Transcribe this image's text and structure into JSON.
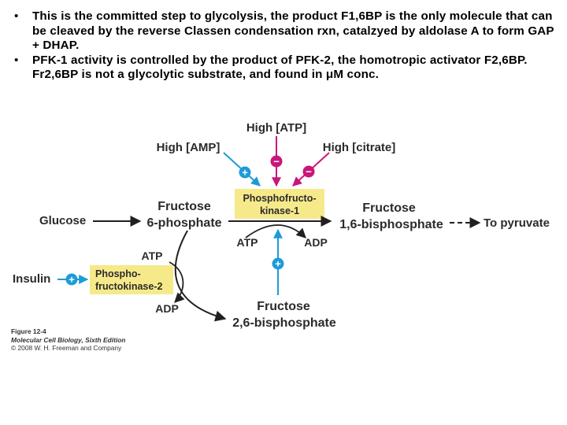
{
  "bullets": [
    "This is the committed step to glycolysis, the product F1,6BP is the only molecule that can be cleaved by the reverse Classen condensation rxn, catalzyed by aldolase A to form GAP + DHAP.",
    "PFK-1 activity is controlled by the product of PFK-2, the homotropic activator F2,6BP. Fr2,6BP is not a glycolytic substrate, and found in μM conc."
  ],
  "bullet_symbol": "•",
  "diagram": {
    "high_atp": "High [ATP]",
    "high_amp": "High [AMP]",
    "high_citrate": "High [citrate]",
    "plus": "+",
    "minus": "−",
    "pfk1_line1": "Phosphofructo-",
    "pfk1_line2": "kinase-1",
    "glucose": "Glucose",
    "f6p_line1": "Fructose",
    "f6p_line2": "6-phosphate",
    "f16bp_line1": "Fructose",
    "f16bp_line2": "1,6-bisphosphate",
    "to_pyruvate": "To pyruvate",
    "atp_top": "ATP",
    "adp_top": "ADP",
    "atp_left": "ATP",
    "adp_left": "ADP",
    "insulin": "Insulin",
    "pfk2_line1": "Phospho-",
    "pfk2_line2": "fructokinase-2",
    "f26bp_line1": "Fructose",
    "f26bp_line2": "2,6-bisphosphate"
  },
  "colors": {
    "enzyme_box": "#f6e98a",
    "activator_blue": "#1e9bd7",
    "inhibitor_magenta": "#c8177a",
    "arrow_dark": "#231f20",
    "label_text": "#2b2b2b"
  },
  "caption": {
    "line1": "Figure 12-4",
    "line2": "Molecular Cell Biology, Sixth Edition",
    "line3": "© 2008 W. H. Freeman and Company"
  }
}
